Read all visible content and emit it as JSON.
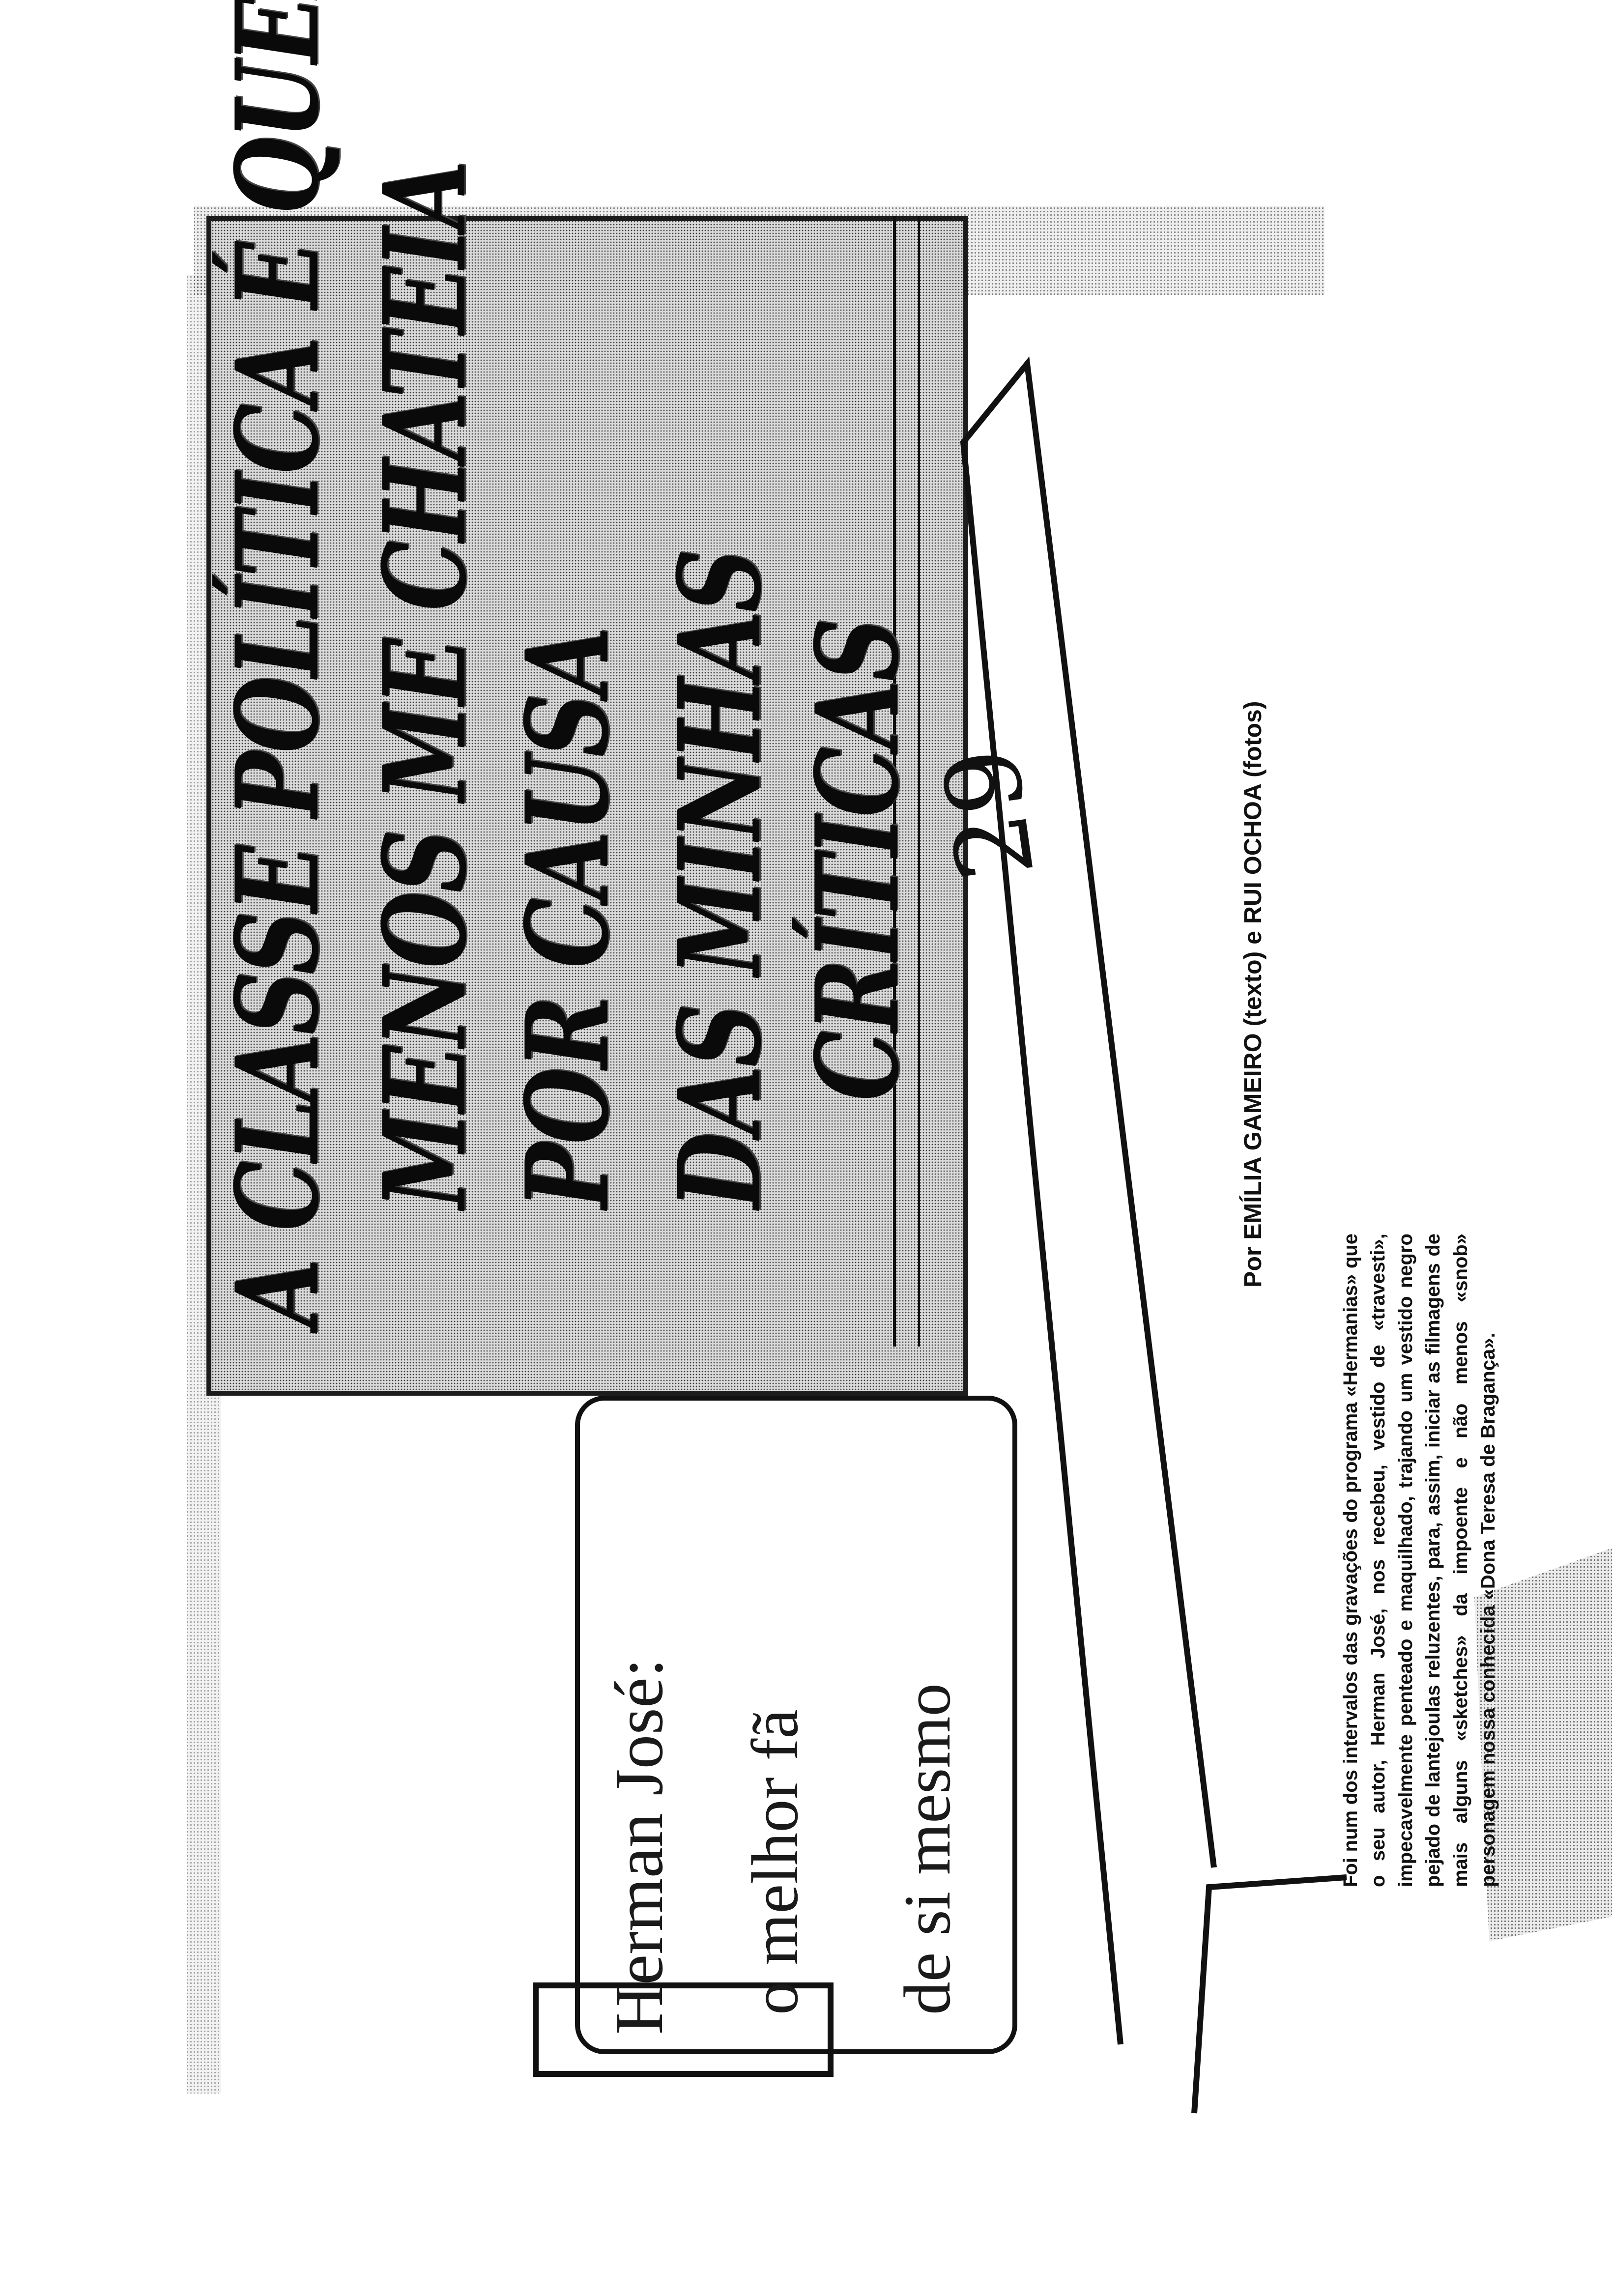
{
  "headline": {
    "line1": "A CLASSE POLÍTICA É QUEM",
    "line2": "MENOS ME CHATEIA",
    "line3": "POR CAUSA",
    "line4": "DAS MINHAS",
    "line5": "CRÍTICAS"
  },
  "kicker": {
    "line1": "Herman José:",
    "line2": "o melhor fã",
    "line3": "de si mesmo"
  },
  "byline": "Por EMÍLIA GAMEIRO (texto) e RUI OCHOA (fotos)",
  "handwritten_note": "29",
  "body": "Foi num dos intervalos das gravações do programa «Hermanias» que o seu autor, Herman José, nos recebeu, vestido de «travesti», impecavelmente penteado e maquilhado, trajando um vestido negro pejado de lantejoulas reluzentes, para, assim, iniciar as filmagens de mais alguns «sketches» da impoente e não menos «snob» personagem nossa conhecida «Dona Teresa de Bragança»."
}
